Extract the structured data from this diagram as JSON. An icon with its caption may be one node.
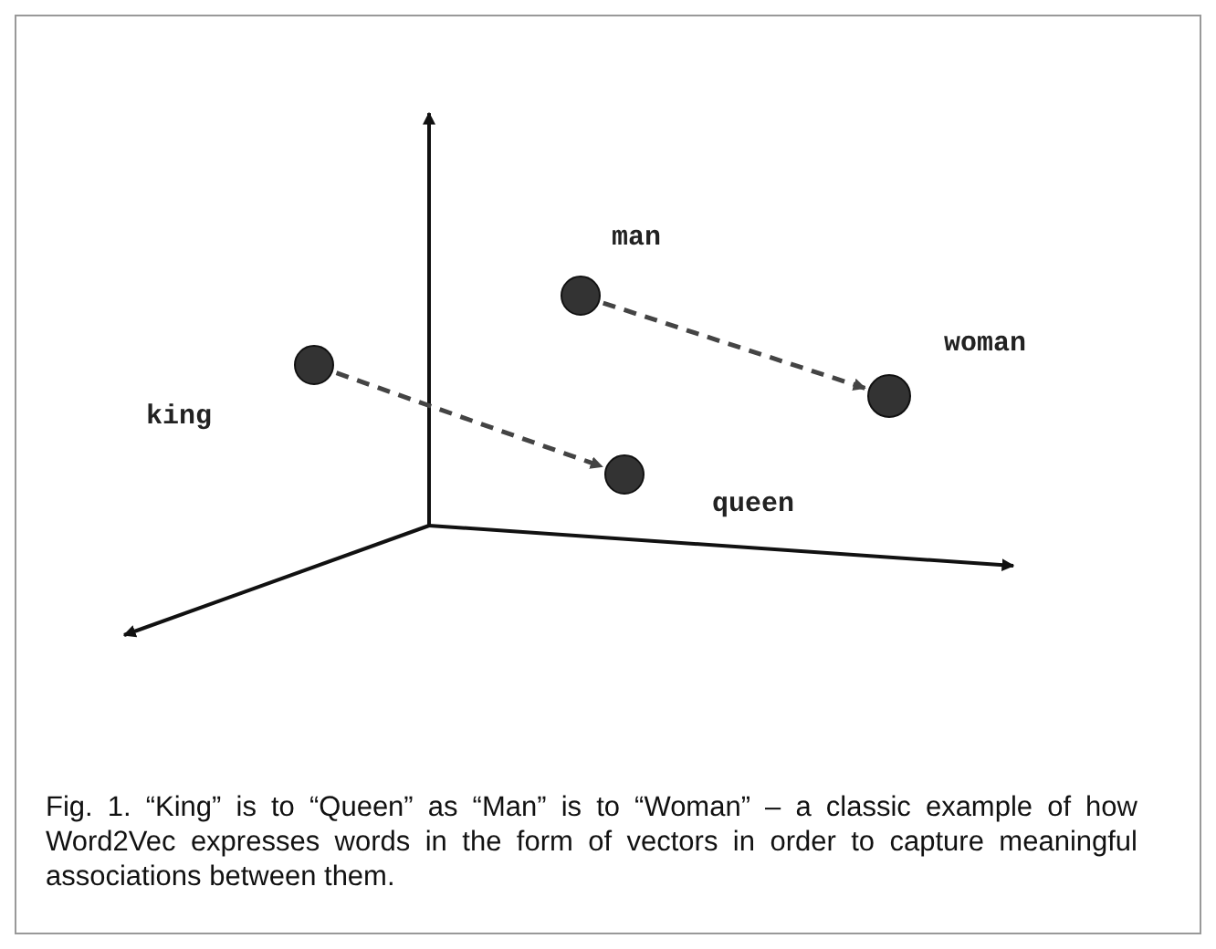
{
  "diagram": {
    "caption": "Fig. 1. “King” is to “Queen” as “Man” is to “Woman” – a classic example of how Word2Vec expresses words in the form of vectors in order to capture meaningful associations between them.",
    "nodes": [
      {
        "text": [],
        "shape": "circle",
        "beside": [
          "man"
        ]
      },
      {
        "text": [],
        "shape": "circle",
        "beside": [
          "king"
        ]
      },
      {
        "text": [],
        "shape": "circle",
        "beside": [
          "woman"
        ]
      },
      {
        "text": [],
        "shape": "circle",
        "beside": [
          "queen"
        ]
      }
    ],
    "edges": [
      {
        "from": 0,
        "to": 2,
        "arrow": "to",
        "style": "dashed"
      },
      {
        "from": 1,
        "to": 3,
        "arrow": "to",
        "style": "dashed"
      }
    ]
  }
}
